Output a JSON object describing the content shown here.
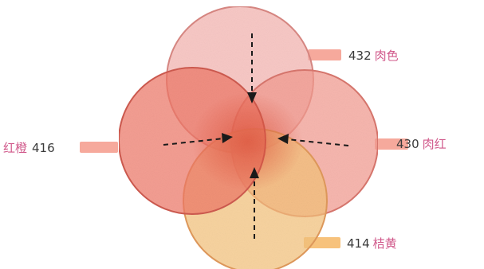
{
  "colors": [
    {
      "number": "432",
      "name": "肉色",
      "fill": "#f4b3ae",
      "stroke": "#d98883",
      "text_color": "#d0588a",
      "icon": "color-circle"
    },
    {
      "number": "430",
      "name": "肉红",
      "fill": "#f39a8f",
      "stroke": "#d9776e",
      "text_color": "#d0588a",
      "icon": "color-circle"
    },
    {
      "number": "414",
      "name": "桔黄",
      "fill": "#f4c27a",
      "stroke": "#e19a5c",
      "text_color": "#d0588a",
      "icon": "color-circle"
    },
    {
      "number": "416",
      "name": "红橙",
      "fill": "#ee7767",
      "stroke": "#cf5b50",
      "text_color": "#d0588a",
      "icon": "color-circle"
    }
  ],
  "swatch_colors": {
    "pink": "#f6a99c",
    "orange": "#f7c27c"
  },
  "arrow_color": "#1a1a1a"
}
